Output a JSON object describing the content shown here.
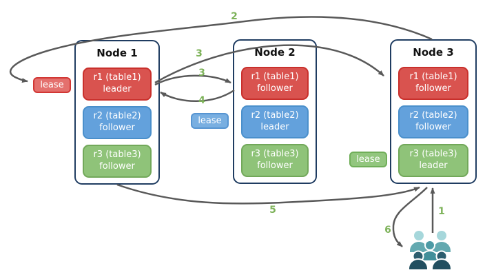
{
  "nodes": [
    {
      "title": "Node 1",
      "replicas": [
        {
          "name": "r1 (table1)",
          "role": "leader",
          "color": "red"
        },
        {
          "name": "r2 (table2)",
          "role": "follower",
          "color": "blue"
        },
        {
          "name": "r3 (table3)",
          "role": "follower",
          "color": "green"
        }
      ]
    },
    {
      "title": "Node 2",
      "replicas": [
        {
          "name": "r1 (table1)",
          "role": "follower",
          "color": "red"
        },
        {
          "name": "r2 (table2)",
          "role": "leader",
          "color": "blue"
        },
        {
          "name": "r3 (table3)",
          "role": "follower",
          "color": "green"
        }
      ]
    },
    {
      "title": "Node 3",
      "replicas": [
        {
          "name": "r1 (table1)",
          "role": "follower",
          "color": "red"
        },
        {
          "name": "r2 (table2)",
          "role": "follower",
          "color": "blue"
        },
        {
          "name": "r3 (table3)",
          "role": "leader",
          "color": "green"
        }
      ]
    }
  ],
  "leases": [
    {
      "label": "lease",
      "color": "red"
    },
    {
      "label": "lease",
      "color": "blue"
    },
    {
      "label": "lease",
      "color": "green"
    }
  ],
  "steps": {
    "s1": "1",
    "s2": "2",
    "s3a": "3",
    "s3b": "3",
    "s4": "4",
    "s5": "5",
    "s6": "6"
  },
  "icons": {
    "users": "users-group-icon"
  },
  "colors": {
    "replica_red": "#D9534F",
    "replica_red_border": "#C9302C",
    "replica_blue": "#63A1DC",
    "replica_blue_border": "#4A8FCB",
    "replica_green": "#8FC379",
    "replica_green_border": "#72A85A",
    "lease_red": "#E4706D",
    "lease_red_border": "#D23734",
    "lease_blue": "#79AFE1",
    "lease_blue_border": "#5795D2",
    "lease_green": "#92C67E",
    "lease_green_border": "#6FAE58",
    "node_border": "#1F3C61",
    "arrow": "#595959",
    "step_label": "#7DB259",
    "users_light_head": "#A6D7DB",
    "users_light_body": "#63A9B0",
    "users_mid_head": "#4D9AA5",
    "users_mid_body": "#418F9A",
    "users_dark_head": "#2C5D6E",
    "users_dark_body": "#224F60"
  }
}
